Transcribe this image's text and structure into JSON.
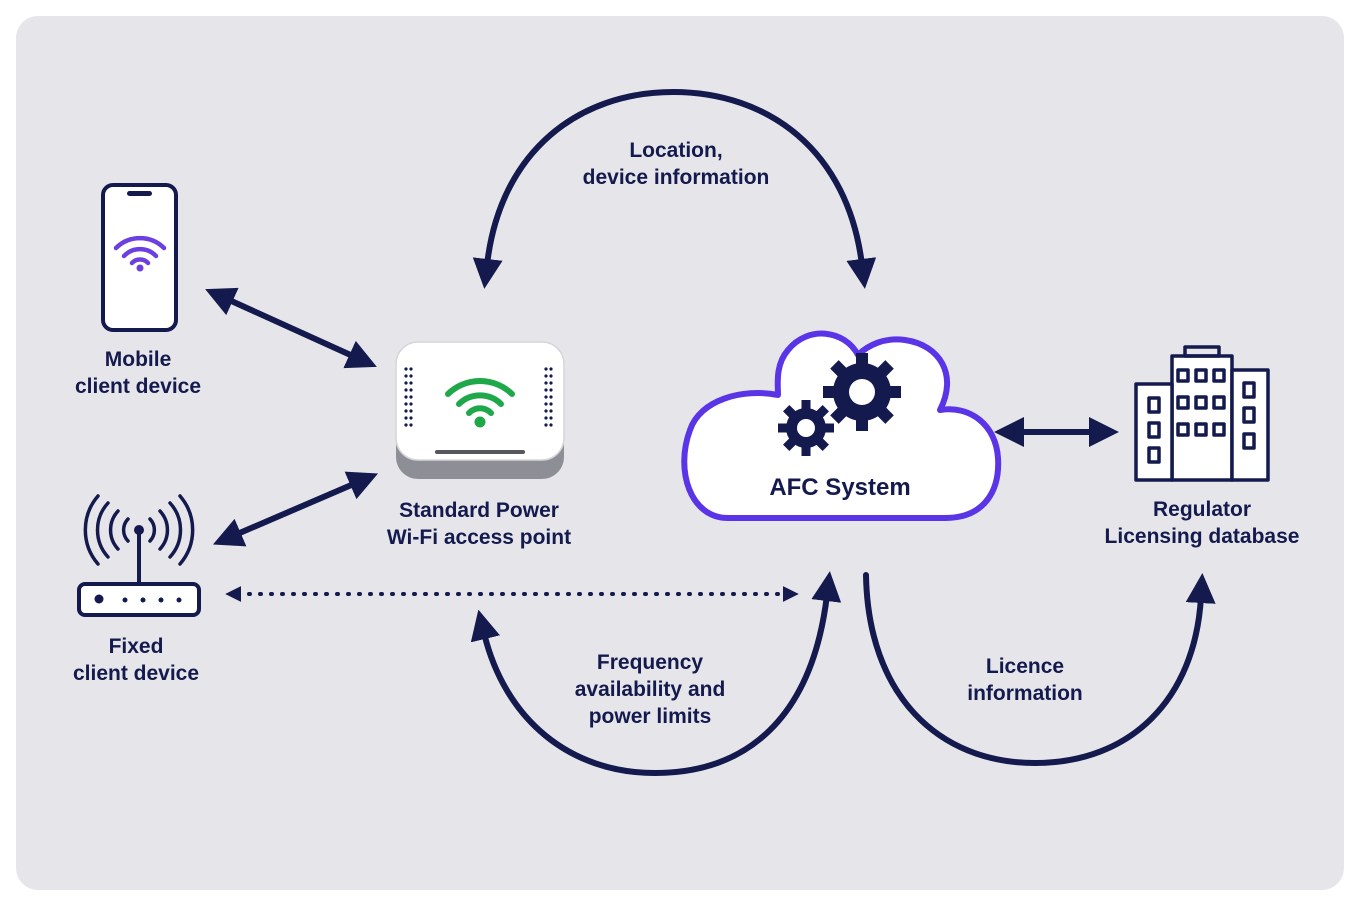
{
  "colors": {
    "background": "#e6e6ea",
    "navy": "#141a4d",
    "wifi_purple": "#6b3fe0",
    "wifi_green": "#1fa84a",
    "cloud_outline": "#5a35e8"
  },
  "nodes": {
    "mobile": {
      "icon": "smartphone-icon",
      "line1": "Mobile",
      "line2": "client device"
    },
    "fixed": {
      "icon": "router-icon",
      "line1": "Fixed",
      "line2": "client device"
    },
    "access_point": {
      "icon": "wifi-access-point-icon",
      "line1": "Standard Power",
      "line2": "Wi-Fi access point"
    },
    "afc": {
      "icon": "cloud-gears-icon",
      "title": "AFC System"
    },
    "regulator": {
      "icon": "building-icon",
      "line1": "Regulator",
      "line2": "Licensing database"
    }
  },
  "flows": {
    "location": {
      "line1": "Location,",
      "line2": "device information"
    },
    "frequency": {
      "line1": "Frequency",
      "line2": "availability and",
      "line3": "power limits"
    },
    "licence": {
      "line1": "Licence",
      "line2": "information"
    }
  }
}
